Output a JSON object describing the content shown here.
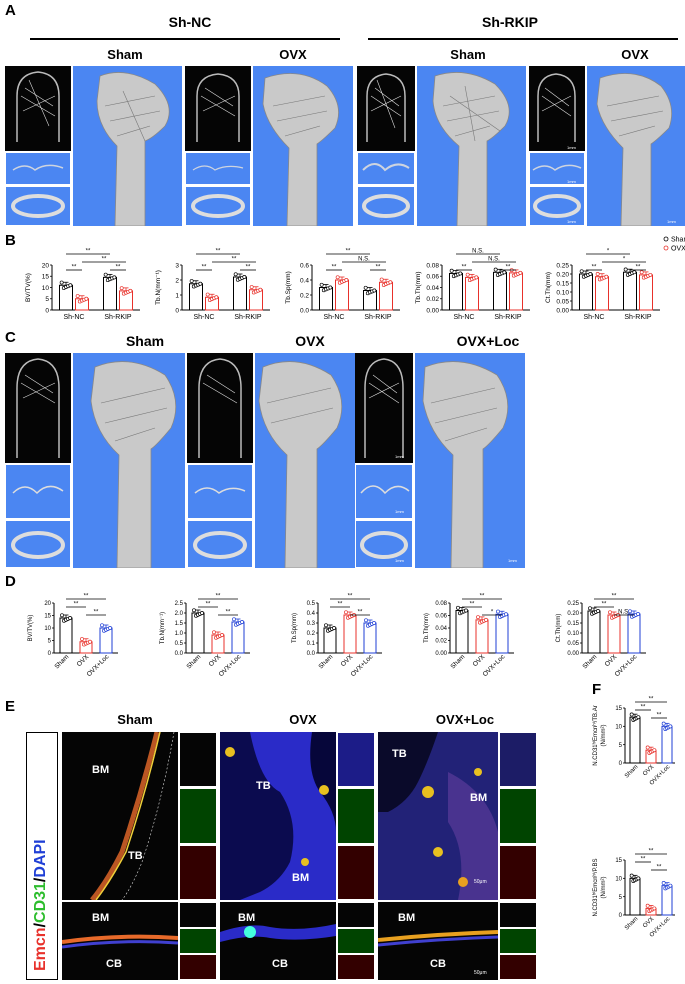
{
  "panels": {
    "a": "A",
    "b": "B",
    "c": "C",
    "d": "D",
    "e": "E",
    "f": "F"
  },
  "panel_a": {
    "group_left": "Sh-NC",
    "group_right": "Sh-RKIP",
    "cond_sham": "Sham",
    "cond_ovx": "OVX",
    "scale_1mm": "1mm"
  },
  "panel_c": {
    "cond1": "Sham",
    "cond2": "OVX",
    "cond3": "OVX+Loc",
    "scale_1mm": "1mm"
  },
  "panel_e": {
    "cond1": "Sham",
    "cond2": "OVX",
    "cond3": "OVX+Loc",
    "stain_emcn": "Emcn",
    "stain_sep1": "/",
    "stain_cd31": "CD31",
    "stain_sep2": "/",
    "stain_dapi": "DAPI",
    "labels": {
      "bm": "BM",
      "tb": "TB",
      "cb": "CB"
    },
    "scale": "50μm"
  },
  "colors": {
    "sham": "#000000",
    "ovx": "#e8312b",
    "loc": "#1f3fd6",
    "bg_blue": "#4b86f2"
  },
  "sig": {
    "dd": "**",
    "d": "*",
    "ns": "N.S."
  },
  "chart_data": [
    {
      "id": "B1",
      "type": "bar",
      "ylabel": "BV/TV(%)",
      "categories": [
        "Sh-NC",
        "Sh-RKIP"
      ],
      "ylim": [
        0,
        20
      ],
      "yticks": [
        "0",
        "5",
        "10",
        "15",
        "20"
      ],
      "series": [
        {
          "name": "Sham",
          "values": [
            11,
            14.5
          ]
        },
        {
          "name": "OVX",
          "values": [
            5,
            8.5
          ]
        }
      ]
    },
    {
      "id": "B2",
      "type": "bar",
      "ylabel": "Tb.N(mm⁻¹)",
      "categories": [
        "Sh-NC",
        "Sh-RKIP"
      ],
      "ylim": [
        0,
        3
      ],
      "yticks": [
        "0",
        "1",
        "2",
        "3"
      ],
      "series": [
        {
          "name": "Sham",
          "values": [
            1.75,
            2.2
          ]
        },
        {
          "name": "OVX",
          "values": [
            0.85,
            1.35
          ]
        }
      ]
    },
    {
      "id": "B3",
      "type": "bar",
      "ylabel": "Tb.Sp(mm)",
      "categories": [
        "Sh-NC",
        "Sh-RKIP"
      ],
      "ylim": [
        0,
        0.6
      ],
      "yticks": [
        "0.0",
        "0.2",
        "0.4",
        "0.6"
      ],
      "series": [
        {
          "name": "Sham",
          "values": [
            0.3,
            0.26
          ]
        },
        {
          "name": "OVX",
          "values": [
            0.4,
            0.37
          ]
        }
      ]
    },
    {
      "id": "B4",
      "type": "bar",
      "ylabel": "Tb.Th(mm)",
      "categories": [
        "Sh-NC",
        "Sh-RKIP"
      ],
      "ylim": [
        0,
        0.08
      ],
      "yticks": [
        "0.00",
        "0.02",
        "0.04",
        "0.06",
        "0.08"
      ],
      "series": [
        {
          "name": "Sham",
          "values": [
            0.065,
            0.067
          ]
        },
        {
          "name": "OVX",
          "values": [
            0.058,
            0.066
          ]
        }
      ]
    },
    {
      "id": "B5",
      "type": "bar",
      "ylabel": "Ct.Th(mm)",
      "categories": [
        "Sh-NC",
        "Sh-RKIP"
      ],
      "ylim": [
        0,
        0.25
      ],
      "yticks": [
        "0.00",
        "0.05",
        "0.10",
        "0.15",
        "0.20",
        "0.25"
      ],
      "legend": [
        "Sham",
        "OVX"
      ],
      "legend_position": "top-right",
      "series": [
        {
          "name": "Sham",
          "values": [
            0.2,
            0.21
          ]
        },
        {
          "name": "OVX",
          "values": [
            0.185,
            0.195
          ]
        }
      ]
    },
    {
      "id": "D1",
      "type": "bar",
      "ylabel": "BV/TV(%)",
      "categories": [
        "Sham",
        "OVX",
        "OVX+Loc"
      ],
      "ylim": [
        0,
        20
      ],
      "yticks": [
        "0",
        "5",
        "10",
        "15",
        "20"
      ],
      "values": [
        14,
        4.5,
        10
      ]
    },
    {
      "id": "D2",
      "type": "bar",
      "ylabel": "Tb.N(mm⁻¹)",
      "categories": [
        "Sham",
        "OVX",
        "OVX+Loc"
      ],
      "ylim": [
        0,
        2.5
      ],
      "yticks": [
        "0.0",
        "0.5",
        "1.0",
        "1.5",
        "2.0",
        "2.5"
      ],
      "values": [
        2.0,
        0.9,
        1.55
      ]
    },
    {
      "id": "D3",
      "type": "bar",
      "ylabel": "Tb.Sp(mm)",
      "categories": [
        "Sham",
        "OVX",
        "OVX+Loc"
      ],
      "ylim": [
        0,
        0.5
      ],
      "yticks": [
        "0.0",
        "0.1",
        "0.2",
        "0.3",
        "0.4",
        "0.5"
      ],
      "values": [
        0.25,
        0.38,
        0.3
      ]
    },
    {
      "id": "D4",
      "type": "bar",
      "ylabel": "Tb.Th(mm)",
      "categories": [
        "Sham",
        "OVX",
        "OVX+Loc"
      ],
      "ylim": [
        0,
        0.08
      ],
      "yticks": [
        "0.00",
        "0.02",
        "0.04",
        "0.06",
        "0.08"
      ],
      "values": [
        0.068,
        0.053,
        0.062
      ]
    },
    {
      "id": "D5",
      "type": "bar",
      "ylabel": "Ct.Th(mm)",
      "categories": [
        "Sham",
        "OVX",
        "OVX+Loc"
      ],
      "ylim": [
        0,
        0.25
      ],
      "yticks": [
        "0.00",
        "0.05",
        "0.10",
        "0.15",
        "0.20",
        "0.25"
      ],
      "values": [
        0.21,
        0.19,
        0.195
      ]
    },
    {
      "id": "F1",
      "type": "bar",
      "ylabel": "N.CD31ʰⁱEmcnʰⁱ/TB.Ar (N/mm²)",
      "categories": [
        "Sham",
        "OVX",
        "OVX+Loc"
      ],
      "ylim": [
        0,
        15
      ],
      "yticks": [
        "0",
        "5",
        "10",
        "15"
      ],
      "values": [
        12.5,
        3.5,
        10
      ]
    },
    {
      "id": "F2",
      "type": "bar",
      "ylabel": "N.CD31ʰⁱEmcnʰⁱ/P.BS (N/mm²)",
      "categories": [
        "Sham",
        "OVX",
        "OVX+Loc"
      ],
      "ylim": [
        0,
        15
      ],
      "yticks": [
        "0",
        "5",
        "10",
        "15"
      ],
      "values": [
        10,
        1.8,
        8
      ]
    }
  ]
}
